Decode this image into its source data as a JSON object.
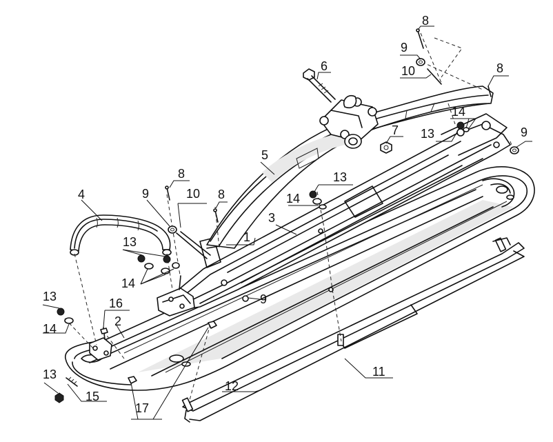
{
  "callouts": [
    {
      "id": "c1",
      "text": "1"
    },
    {
      "id": "c2",
      "text": "2"
    },
    {
      "id": "c3",
      "text": "3"
    },
    {
      "id": "c4",
      "text": "4"
    },
    {
      "id": "c5",
      "text": "5"
    },
    {
      "id": "c6",
      "text": "6"
    },
    {
      "id": "c7",
      "text": "7"
    },
    {
      "id": "c8a",
      "text": "8"
    },
    {
      "id": "c8b",
      "text": "8"
    },
    {
      "id": "c8c",
      "text": "8"
    },
    {
      "id": "c8d",
      "text": "8"
    },
    {
      "id": "c9a",
      "text": "9"
    },
    {
      "id": "c9b",
      "text": "9"
    },
    {
      "id": "c9c",
      "text": "9"
    },
    {
      "id": "c9d",
      "text": "9"
    },
    {
      "id": "c10a",
      "text": "10"
    },
    {
      "id": "c10b",
      "text": "10"
    },
    {
      "id": "c11",
      "text": "11"
    },
    {
      "id": "c12",
      "text": "12"
    },
    {
      "id": "c13a",
      "text": "13"
    },
    {
      "id": "c13b",
      "text": "13"
    },
    {
      "id": "c13c",
      "text": "13"
    },
    {
      "id": "c13d",
      "text": "13"
    },
    {
      "id": "c13e",
      "text": "13"
    },
    {
      "id": "c14a",
      "text": "14"
    },
    {
      "id": "c14b",
      "text": "14"
    },
    {
      "id": "c14c",
      "text": "14"
    },
    {
      "id": "c14d",
      "text": "14"
    },
    {
      "id": "c15",
      "text": "15"
    },
    {
      "id": "c16",
      "text": "16"
    },
    {
      "id": "c17",
      "text": "17"
    }
  ]
}
